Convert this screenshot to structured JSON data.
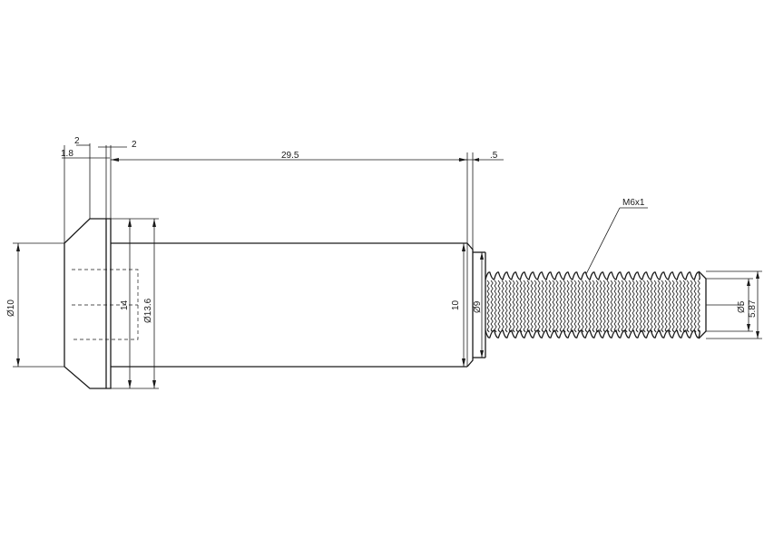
{
  "drawing": {
    "dimensions": {
      "head_chamfer_width": "1.8",
      "head_width": "2",
      "collar_width": "2",
      "shank_length": "29.5",
      "groove_width": ".5",
      "head_diameter": "Ø10",
      "socket_depth": "14",
      "collar_diameter": "Ø13.6",
      "shank_diameter": "10",
      "groove_diameter": "Ø9",
      "thread_minor_diameter": "Ø5",
      "thread_major_diameter": "5.87"
    },
    "thread_callout": "M6x1"
  }
}
